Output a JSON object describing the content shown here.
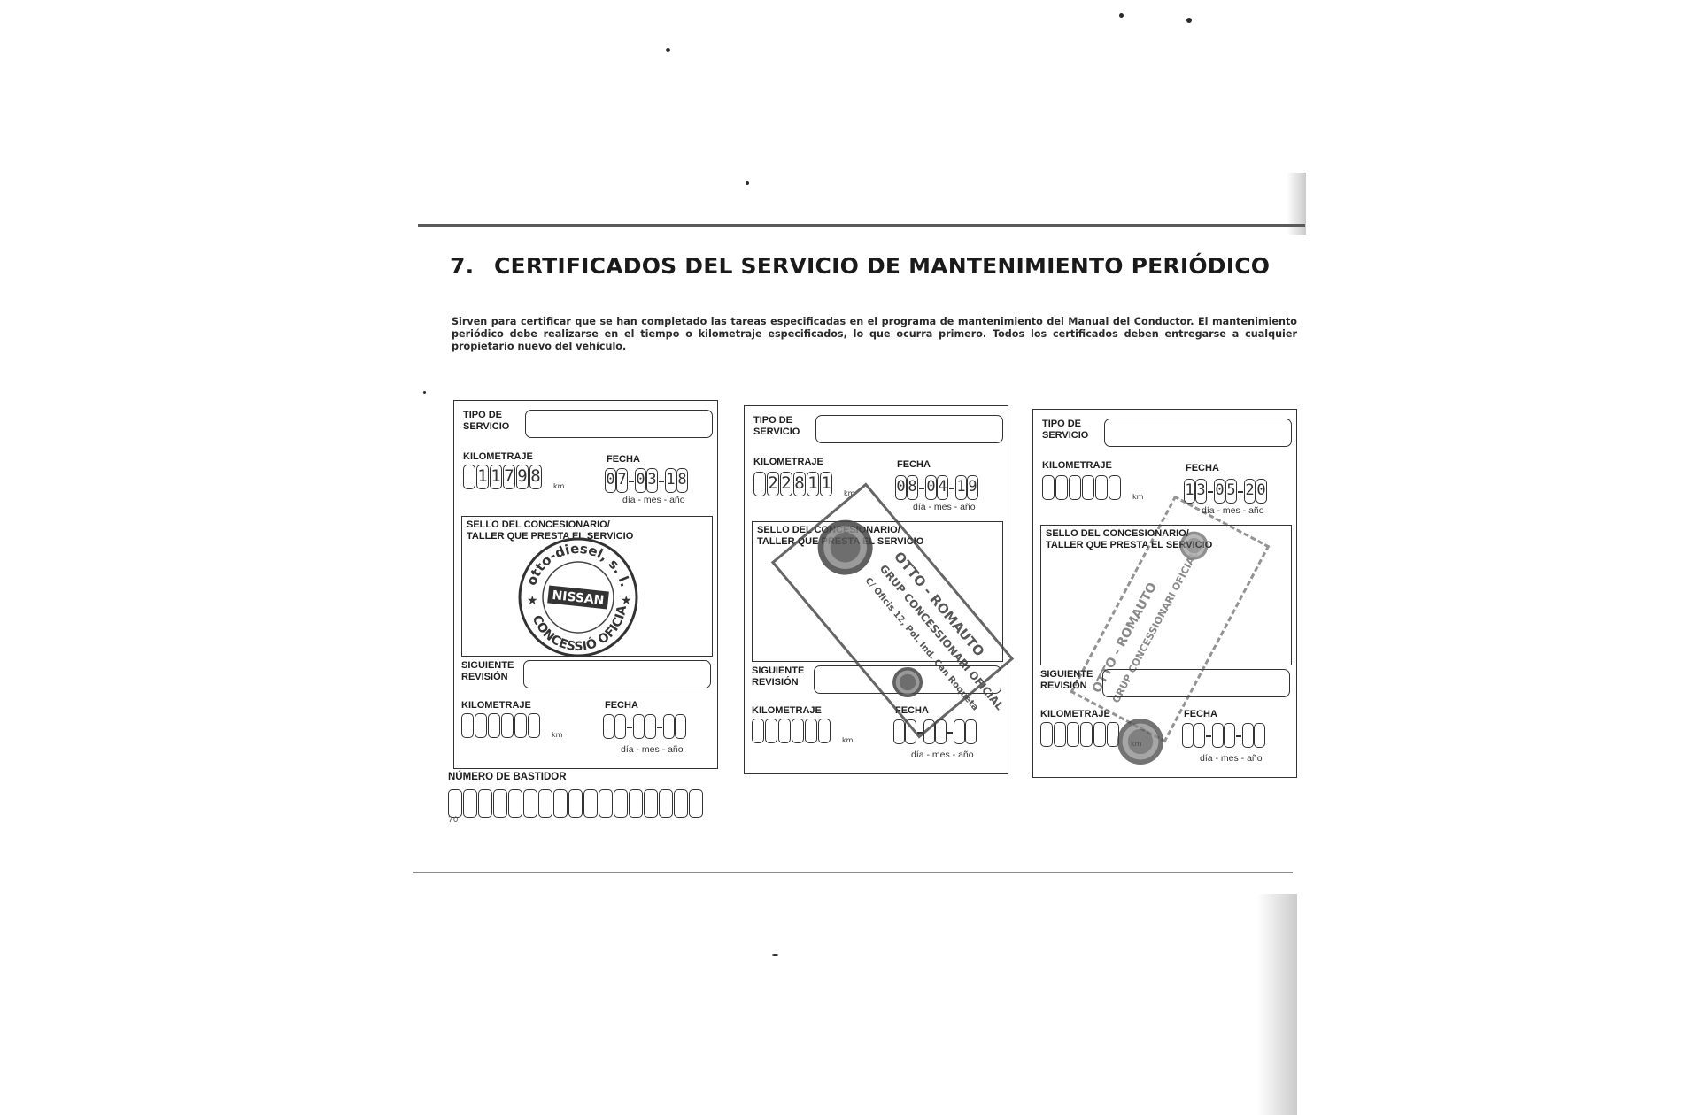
{
  "page": {
    "section_number": "7.",
    "title": "CERTIFICADOS DEL SERVICIO DE MANTENIMIENTO PERIÓDICO",
    "intro": "Sirven para certificar que se han completado las tareas especificadas en el programa de mantenimiento del Manual del Conductor. El mantenimiento periódico debe realizarse en el tiempo o kilometraje especificados, lo que ocurra primero. Todos los certificados deben entregarse a cualquier propietario nuevo del vehículo.",
    "page_number": "70"
  },
  "labels": {
    "tipo": "TIPO DE\nSERVICIO",
    "kilometraje": "KILOMETRAJE",
    "fecha": "FECHA",
    "km": "km",
    "dmy": "día - mes - año",
    "sello": "SELLO DEL CONCESIONARIO/\nTALLER QUE PRESTA EL SERVICIO",
    "siguiente": "SIGUIENTE\nREVISIÓN",
    "vin": "NÚMERO DE BASTIDOR"
  },
  "cards": [
    {
      "km_digits": [
        "",
        "1",
        "1",
        "7",
        "9",
        "8"
      ],
      "date": [
        "0",
        "7",
        "0",
        "3",
        "1",
        "8"
      ]
    },
    {
      "km_digits": [
        "",
        "2",
        "2",
        "8",
        "1",
        "1"
      ],
      "date": [
        "0",
        "8",
        "0",
        "4",
        "1",
        "9"
      ]
    },
    {
      "km_digits": [
        "",
        "",
        "",
        "",
        "",
        ""
      ],
      "date": [
        "1",
        "3",
        "0",
        "5",
        "2",
        "0"
      ]
    }
  ],
  "stamps": {
    "card1_ring_top": "otto-diesel, s. l.",
    "card1_ring_bottom": "CONCESSIÓ OFICIAL",
    "card1_logo": "NISSAN",
    "card2_line1": "OTTO - ROMAUTO",
    "card2_line2": "GRUP CONCESSIONARI OFICIAL",
    "card2_line3": "C/ Oficis 12, Pol. Ind. Can Roqueta",
    "card3_line1": "OTTO - ROMAUTO",
    "card3_line2": "GRUP CONCESSIONARI OFICIAL"
  }
}
